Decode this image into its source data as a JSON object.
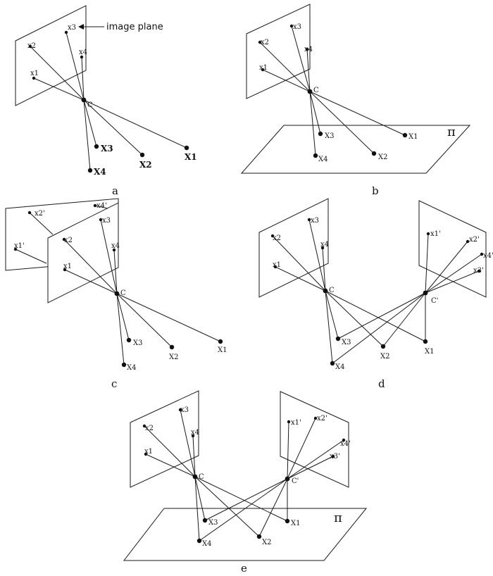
{
  "annotation": "image plane",
  "plane_label": "π",
  "captions": [
    "a",
    "b",
    "c",
    "d",
    "e"
  ],
  "labels": {
    "x1": "x1",
    "x2": "x2",
    "x3": "x3",
    "x4": "x4",
    "xp1": "x1'",
    "xp2": "x2'",
    "xp3": "x3'",
    "xp4": "x4'",
    "X1": "X1",
    "X2": "X2",
    "X3": "X3",
    "X4": "X4",
    "C": "C",
    "Cp": "C'"
  }
}
